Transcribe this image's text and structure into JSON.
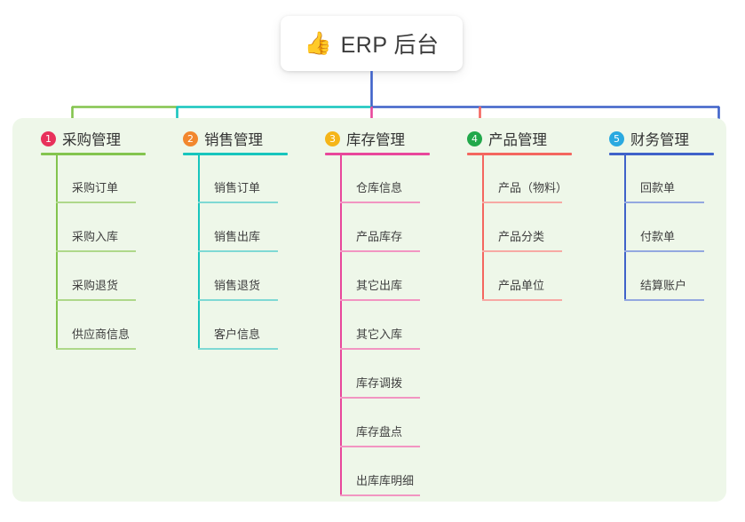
{
  "diagram": {
    "title": "ERP 后台",
    "root": {
      "icon": "thumbs-up-icon",
      "emoji": "👍",
      "label": "ERP 后台"
    },
    "panel_color": "#eef7e9",
    "columns": [
      {
        "index": "1",
        "badge_text": "1",
        "badge_color": "#e8315b",
        "line_color": "#83c44e",
        "sub_line_color": "#aed88a",
        "title": "采购管理",
        "items": [
          {
            "label": "采购订单"
          },
          {
            "label": "采购入库"
          },
          {
            "label": "采购退货"
          },
          {
            "label": "供应商信息"
          }
        ]
      },
      {
        "index": "2",
        "badge_text": "2",
        "badge_color": "#f2872e",
        "line_color": "#17c5bd",
        "sub_line_color": "#7fd9d4",
        "title": "销售管理",
        "items": [
          {
            "label": "销售订单"
          },
          {
            "label": "销售出库"
          },
          {
            "label": "销售退货"
          },
          {
            "label": "客户信息"
          }
        ]
      },
      {
        "index": "3",
        "badge_text": "3",
        "badge_color": "#f5b518",
        "line_color": "#e8479b",
        "sub_line_color": "#f295c2",
        "title": "库存管理",
        "items": [
          {
            "label": "仓库信息"
          },
          {
            "label": "产品库存"
          },
          {
            "label": "其它出库"
          },
          {
            "label": "其它入库"
          },
          {
            "label": "库存调拨"
          },
          {
            "label": "库存盘点"
          },
          {
            "label": "出库库明细"
          }
        ]
      },
      {
        "index": "4",
        "badge_text": "4",
        "badge_color": "#22a84b",
        "line_color": "#f4665f",
        "sub_line_color": "#f7a9a4",
        "title": "产品管理",
        "items": [
          {
            "label": "产品（物料）"
          },
          {
            "label": "产品分类"
          },
          {
            "label": "产品单位"
          }
        ]
      },
      {
        "index": "5",
        "badge_text": "5",
        "badge_color": "#2aa9e0",
        "line_color": "#3f62c9",
        "sub_line_color": "#93a8e0",
        "title": "财务管理",
        "items": [
          {
            "label": "回款单"
          },
          {
            "label": "付款单"
          },
          {
            "label": "结算账户"
          }
        ]
      }
    ]
  }
}
